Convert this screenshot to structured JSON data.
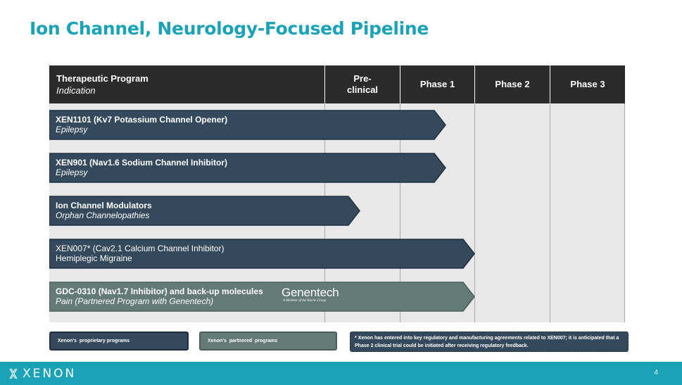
{
  "title": "Ion Channel, Neurology-Focused Pipeline",
  "table": {
    "header": {
      "program_label": "Therapeutic Program",
      "indication_label": "Indication",
      "phases": [
        "Pre-\nclinical",
        "Phase 1",
        "Phase 2",
        "Phase 3"
      ]
    },
    "programs": [
      {
        "name": "XEN1101 (Kv7 Potassium Channel Opener)",
        "indication": "Epilepsy",
        "type": "proprietary",
        "progress": 0.69
      },
      {
        "name": "XEN901 (Nav1.6 Sodium Channel Inhibitor)",
        "indication": "Epilepsy",
        "type": "proprietary",
        "progress": 0.69
      },
      {
        "name": "Ion Channel Modulators",
        "indication": "Orphan Channelopathies",
        "type": "proprietary",
        "progress": 0.54
      },
      {
        "name": "XEN007* (Cav2.1 Calcium Channel Inhibitor)",
        "indication": "Hemiplegic Migraine",
        "type": "proprietary",
        "progress": 0.74
      },
      {
        "name": "GDC-0310 (Nav1.7 Inhibitor) and back-up molecules",
        "indication": "Pain (Partnered Program with Genentech)",
        "type": "partnered",
        "progress": 0.74,
        "partner_logo": "Genentech",
        "partner_tagline": "A Member of the Roche Group"
      }
    ]
  },
  "legend": {
    "proprietary": "Xenon's  proprietary programs",
    "partnered": "Xenon's  partnered  programs"
  },
  "footnote": "* Xenon has entered into key regulatory and manufacturing agreements related to XEN007; it is anticipated that a Phase 2 clinical trial could be initiated after receiving regulatory feedback.",
  "footer": {
    "logo": "XENON",
    "page_number": "4"
  },
  "colors": {
    "accent": "#1aa3b6",
    "proprietary": "#35495c",
    "partnered": "#647a76",
    "header": "#2b2b2b"
  }
}
